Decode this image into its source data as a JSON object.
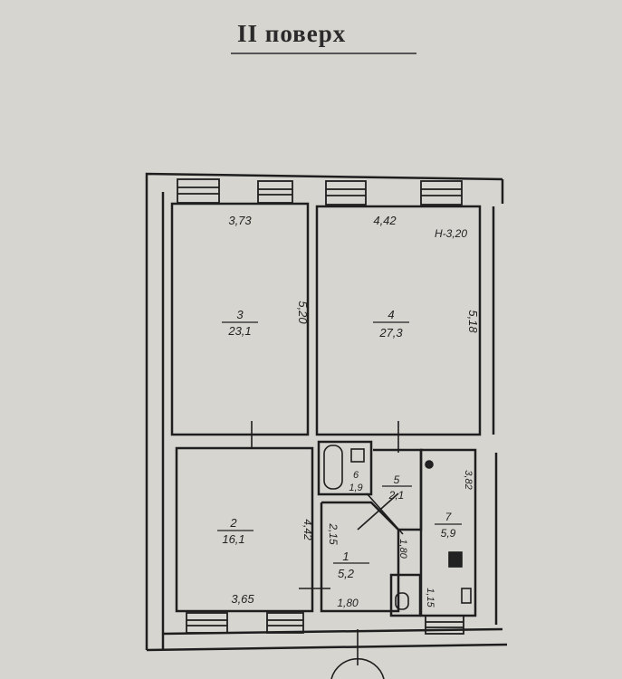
{
  "title": "II поверх",
  "ceiling_height": "H-3,20",
  "rooms": [
    {
      "number": "3",
      "area": "23,1"
    },
    {
      "number": "4",
      "area": "27,3"
    },
    {
      "number": "2",
      "area": "16,1"
    },
    {
      "number": "1",
      "area": "5,2"
    },
    {
      "number": "6",
      "area": "1,9"
    },
    {
      "number": "5",
      "area": "2,1"
    },
    {
      "number": "7",
      "area": "5,9"
    }
  ],
  "dimensions": {
    "room3_width": "3,73",
    "room3_length": "5,20",
    "room4_width": "4,42",
    "room4_length": "5,18",
    "room2_width": "3,65",
    "room2_length": "4,42",
    "corridor_length": "2,15",
    "corridor_width": "1,80",
    "kitchen_length": "3,82",
    "closet_length": "1,80",
    "wc_length": "1,15"
  }
}
